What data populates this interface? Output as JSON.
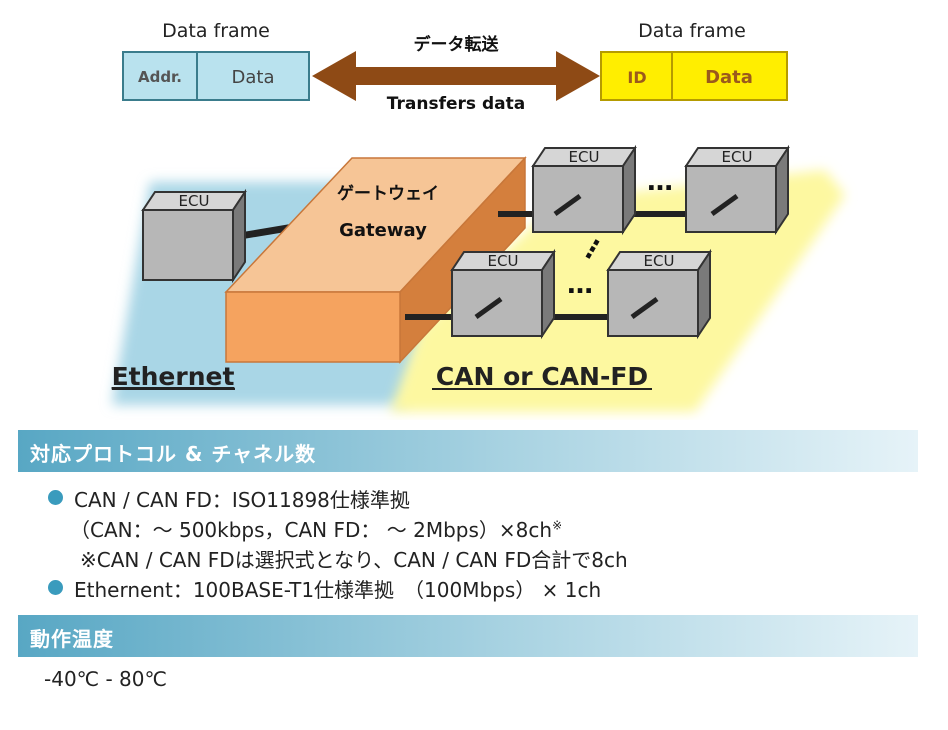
{
  "diagram": {
    "left_frame": {
      "title": "Data frame",
      "cell1": "Addr.",
      "cell2": "Data"
    },
    "right_frame": {
      "title": "Data frame",
      "cell1": "ID",
      "cell2": "Data"
    },
    "arrow_label_jp": "データ転送",
    "arrow_label_en": "Transfers data",
    "gateway_jp": "ゲートウェイ",
    "gateway_en": "Gateway",
    "ecu_label": "ECU",
    "dots_h": "…",
    "dots_v": "⋮",
    "ethernet_label": "Ethernet",
    "can_label": "CAN or CAN-FD",
    "colors": {
      "left_frame": "#b9e2ee",
      "right_frame": "#ffee00",
      "arrow": "#8e4a15",
      "gateway": "#f5a35f",
      "ethernet_zone": "#a9d6e6",
      "can_zone": "#fdf8a0",
      "ecu": "#b7b7b7"
    }
  },
  "protocols": {
    "title": "対応プロトコル & チャネル数",
    "line1": "CAN / CAN FD：ISO11898仕様準拠",
    "line2": "（CAN：～ 500kbps，CAN FD： ～ 2Mbps）×8ch",
    "line2_mark": "※",
    "line3": "※CAN / CAN FDは選択式となり、CAN / CAN FD合計で8ch",
    "line4": "Ethernent：100BASE-T1仕様準拠　（100Mbps） × 1ch"
  },
  "temperature": {
    "title": "動作温度",
    "value": "-40℃ - 80℃"
  }
}
